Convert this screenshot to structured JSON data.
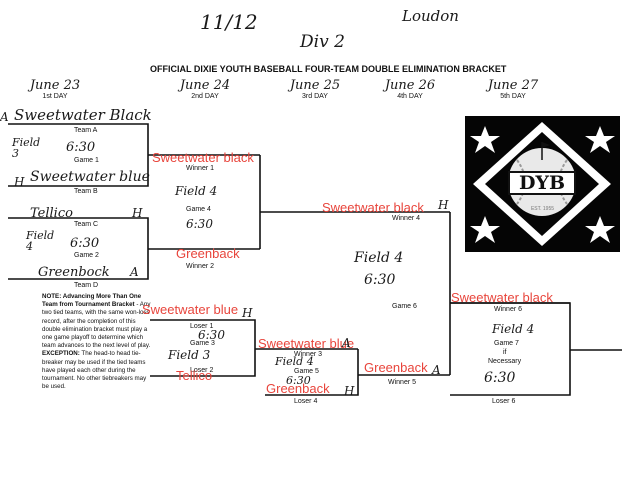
{
  "header": {
    "date": "11/12",
    "location": "Loudon",
    "division": "Div 2",
    "title": "OFFICIAL DIXIE YOUTH BASEBALL FOUR-TEAM DOUBLE ELIMINATION BRACKET"
  },
  "days": [
    {
      "date": "June 23",
      "label": "1st DAY"
    },
    {
      "date": "June 24",
      "label": "2nd DAY"
    },
    {
      "date": "June 25",
      "label": "3rd DAY"
    },
    {
      "date": "June 26",
      "label": "4th DAY"
    },
    {
      "date": "June 27",
      "label": "5th DAY"
    }
  ],
  "game1": {
    "team_a_mark": "A",
    "team_a": "Sweetwater Black",
    "team_a_label": "Team A",
    "field": "Field 3",
    "time": "6:30",
    "game_label": "Game 1",
    "team_b_mark": "H",
    "team_b": "Sweetwater blue",
    "team_b_label": "Team B"
  },
  "game2": {
    "team_c": "Tellico",
    "team_c_mark": "H",
    "team_c_label": "Team C",
    "field": "Field 4",
    "time": "6:30",
    "game_label": "Game 2",
    "team_d": "Greenbock",
    "team_d_mark": "A",
    "team_d_label": "Team D"
  },
  "game4": {
    "winner1": "Sweetwater black",
    "winner1_label": "Winner 1",
    "field": "Field 4",
    "game_label": "Game 4",
    "time": "6:30",
    "winner2": "Greenback",
    "winner2_label": "Winner 2"
  },
  "game6": {
    "winner4": "Sweetwater black",
    "winner4_mark": "H",
    "winner4_label": "Winner 4",
    "field": "Field 4",
    "time": "6:30",
    "game_label": "Game 6",
    "winner5": "Greenback",
    "winner5_mark": "A",
    "winner5_label": "Winner 5"
  },
  "game3": {
    "loser1": "Sweetwater blue",
    "loser1_mark": "H",
    "loser1_label": "Loser 1",
    "time": "6:30",
    "game_label": "Game 3",
    "field": "Field 3",
    "loser2_label": "Loser 2",
    "loser2": "Tellico"
  },
  "game5": {
    "winner3": "Sweetwater blue",
    "winner3_mark": "A",
    "winner3_label": "Winner 3",
    "field": "Field 4",
    "game_label": "Game 5",
    "time": "6:30",
    "loser4": "Greenback",
    "loser4_mark": "H",
    "loser4_label": "Loser 4"
  },
  "game7": {
    "winner6": "Sweetwater black",
    "winner6_label": "Winner 6",
    "field": "Field 4",
    "game_label": "Game 7",
    "if_label": "if",
    "necessary_label": "Necessary",
    "time": "6:30",
    "loser6_label": "Loser 6"
  },
  "note": {
    "heading": "NOTE: Advancing More Than One Team from Tournament Bracket",
    "body": " - Any two tied teams, with the same won-loss record, after the completion of this double elimination bracket must play a one game playoff to determine which team advances to the next level of play. ",
    "exception_label": "EXCEPTION:",
    "exception_body": " The head-to head tie-breaker may be used if the tied teams have played each other during the tournament. No other tiebreakers may be used."
  },
  "logo": {
    "text": "DYB",
    "est": "EST. 1955"
  }
}
